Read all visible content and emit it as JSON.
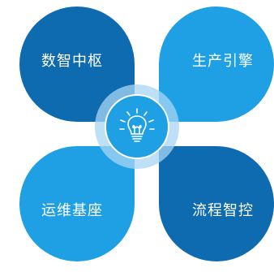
{
  "quadrants": {
    "top_left": {
      "label": "数智中枢"
    },
    "top_right": {
      "label": "生产引擎"
    },
    "bottom_left": {
      "label": "运维基座"
    },
    "bottom_right": {
      "label": "流程智控"
    }
  },
  "hub": {
    "icon": "lightbulb-icon"
  },
  "colors": {
    "dark_blue": "#0e6bb0",
    "light_blue": "#1f9fe4",
    "ring": "#a8d6f4",
    "background": "#ffffff",
    "text": "#ffffff"
  }
}
